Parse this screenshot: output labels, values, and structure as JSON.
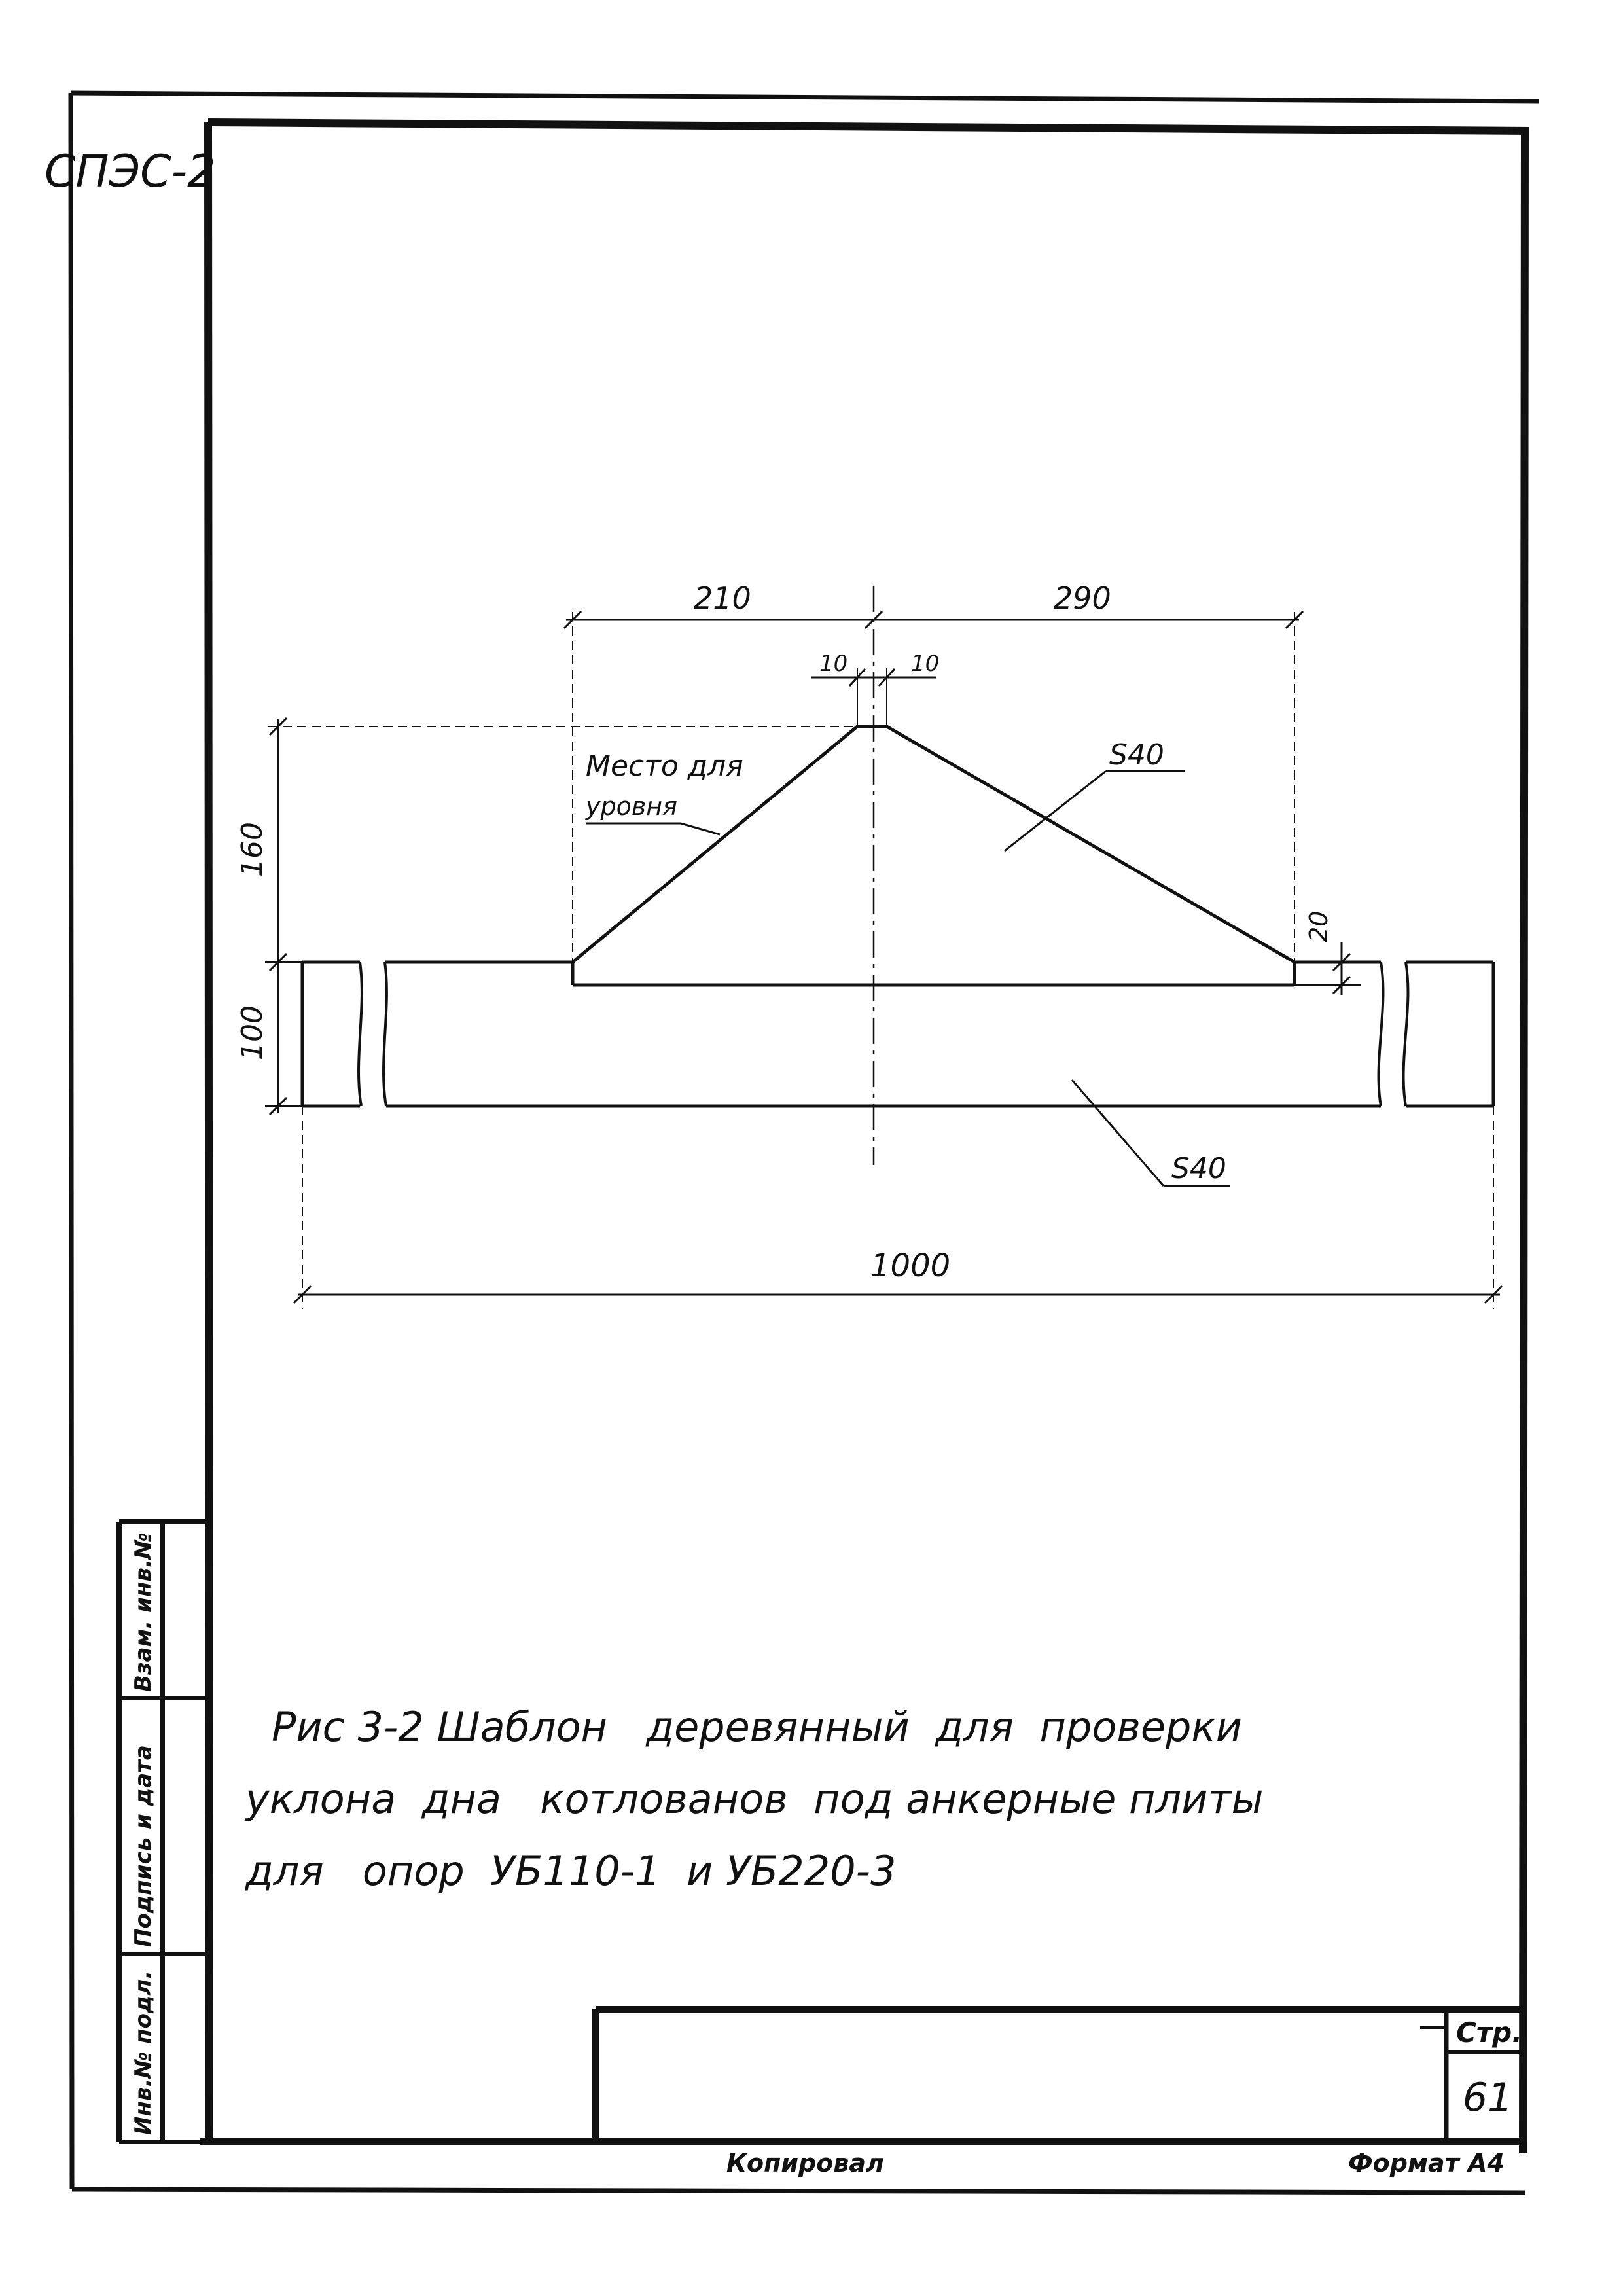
{
  "sheet_code": "СПЭС-2",
  "dimensions": {
    "top_left": "210",
    "top_right": "290",
    "peak_left": "10",
    "peak_right": "10",
    "height_triangle": "160",
    "height_right": "20",
    "height_board": "100",
    "total_length": "1000"
  },
  "callouts": {
    "level_place_line1": "Место для",
    "level_place_line2": "уровня",
    "thickness_top": "S40",
    "thickness_bottom": "S40"
  },
  "caption": {
    "line1": "Рис 3-2 Шаблон   деревянный  для  проверки",
    "line2": "уклона  дна   котлованов  под анкерные плиты",
    "line3": "для   опор  УБ110-1  и УБ220-3"
  },
  "side_stamp": {
    "inv_orig": "Инв.№ подл.",
    "sign_date": "Подпись и дата",
    "inv_repl": "Взам. инв.№"
  },
  "title_block": {
    "page_label": "Стр.",
    "page_number": "61"
  },
  "footer": {
    "copied": "Копировал",
    "format": "Формат А4"
  }
}
